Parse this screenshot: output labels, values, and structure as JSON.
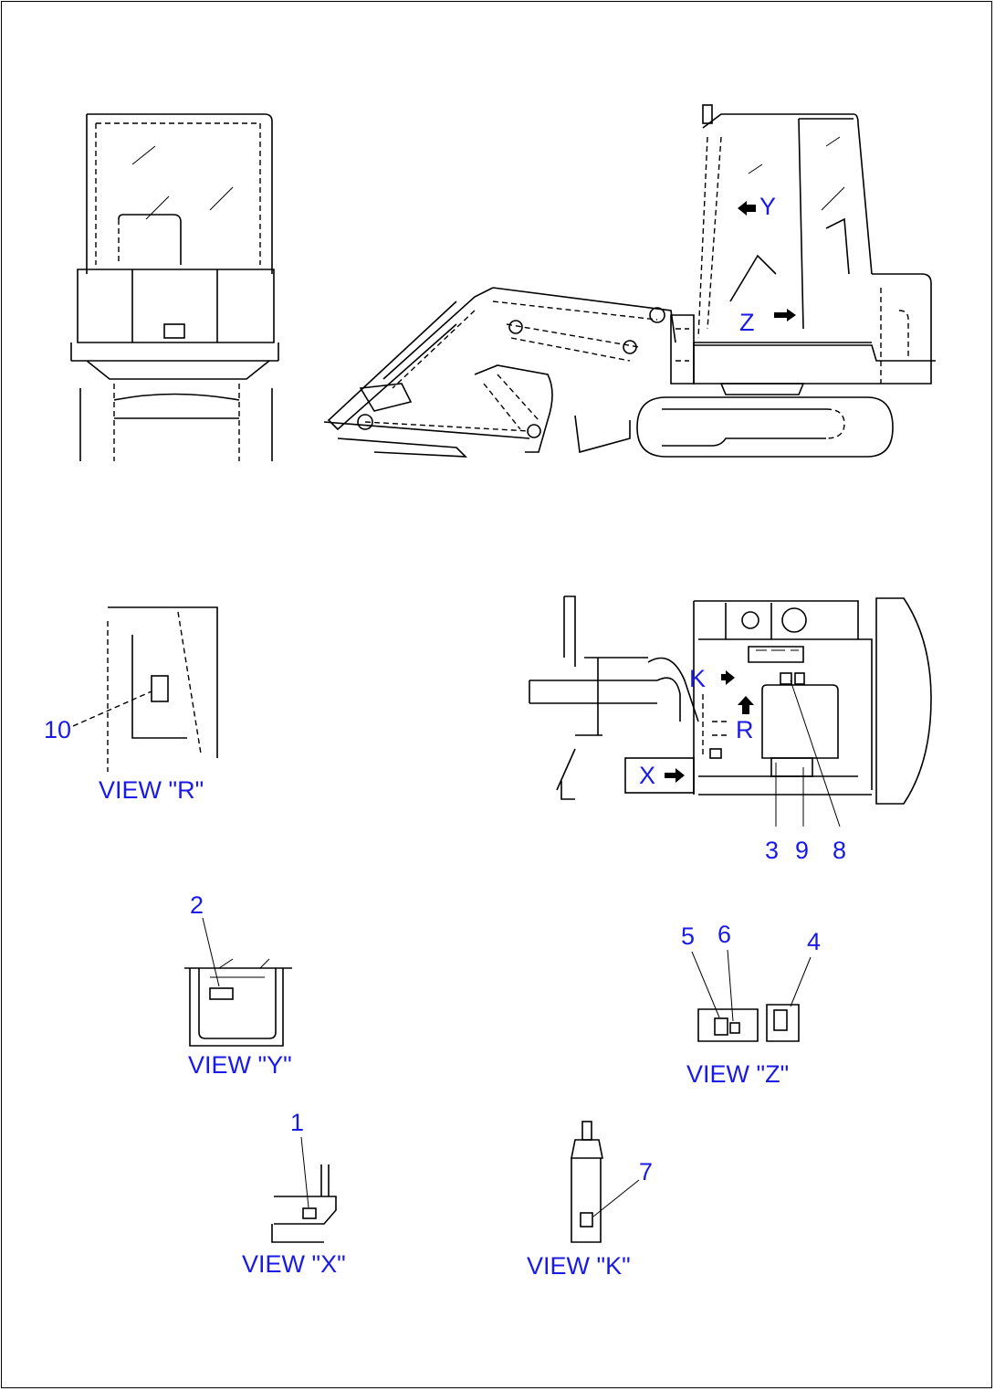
{
  "views": {
    "r": "VIEW \"R\"",
    "y": "VIEW \"Y\"",
    "z": "VIEW \"Z\"",
    "x": "VIEW \"X\"",
    "k": "VIEW \"K\""
  },
  "side_view_labels": {
    "y": "Y",
    "z": "Z"
  },
  "top_view_labels": {
    "k": "K",
    "r": "R",
    "x": "X"
  },
  "callouts": {
    "c1": "1",
    "c2": "2",
    "c3": "3",
    "c4": "4",
    "c5": "5",
    "c6": "6",
    "c7": "7",
    "c8": "8",
    "c9": "9",
    "c10": "10"
  },
  "colors": {
    "label": "#1a1ae6",
    "line": "#000000"
  }
}
